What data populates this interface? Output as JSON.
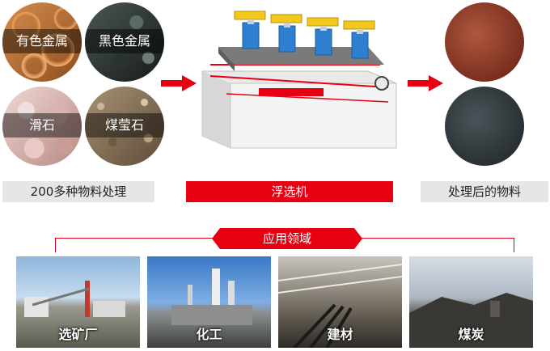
{
  "inputs": [
    {
      "label": "有色金属"
    },
    {
      "label": "黑色金属"
    },
    {
      "label": "滑石"
    },
    {
      "label": "煤莹石"
    }
  ],
  "input_caption": "200多种物料处理",
  "machine_caption": "浮选机",
  "output_caption": "处理后的物料",
  "applications_title": "应用领域",
  "applications": [
    {
      "label": "选矿厂"
    },
    {
      "label": "化工"
    },
    {
      "label": "建材"
    },
    {
      "label": "煤炭"
    }
  ],
  "colors": {
    "accent": "#e60012",
    "label_bg": "#e6e6e6"
  }
}
